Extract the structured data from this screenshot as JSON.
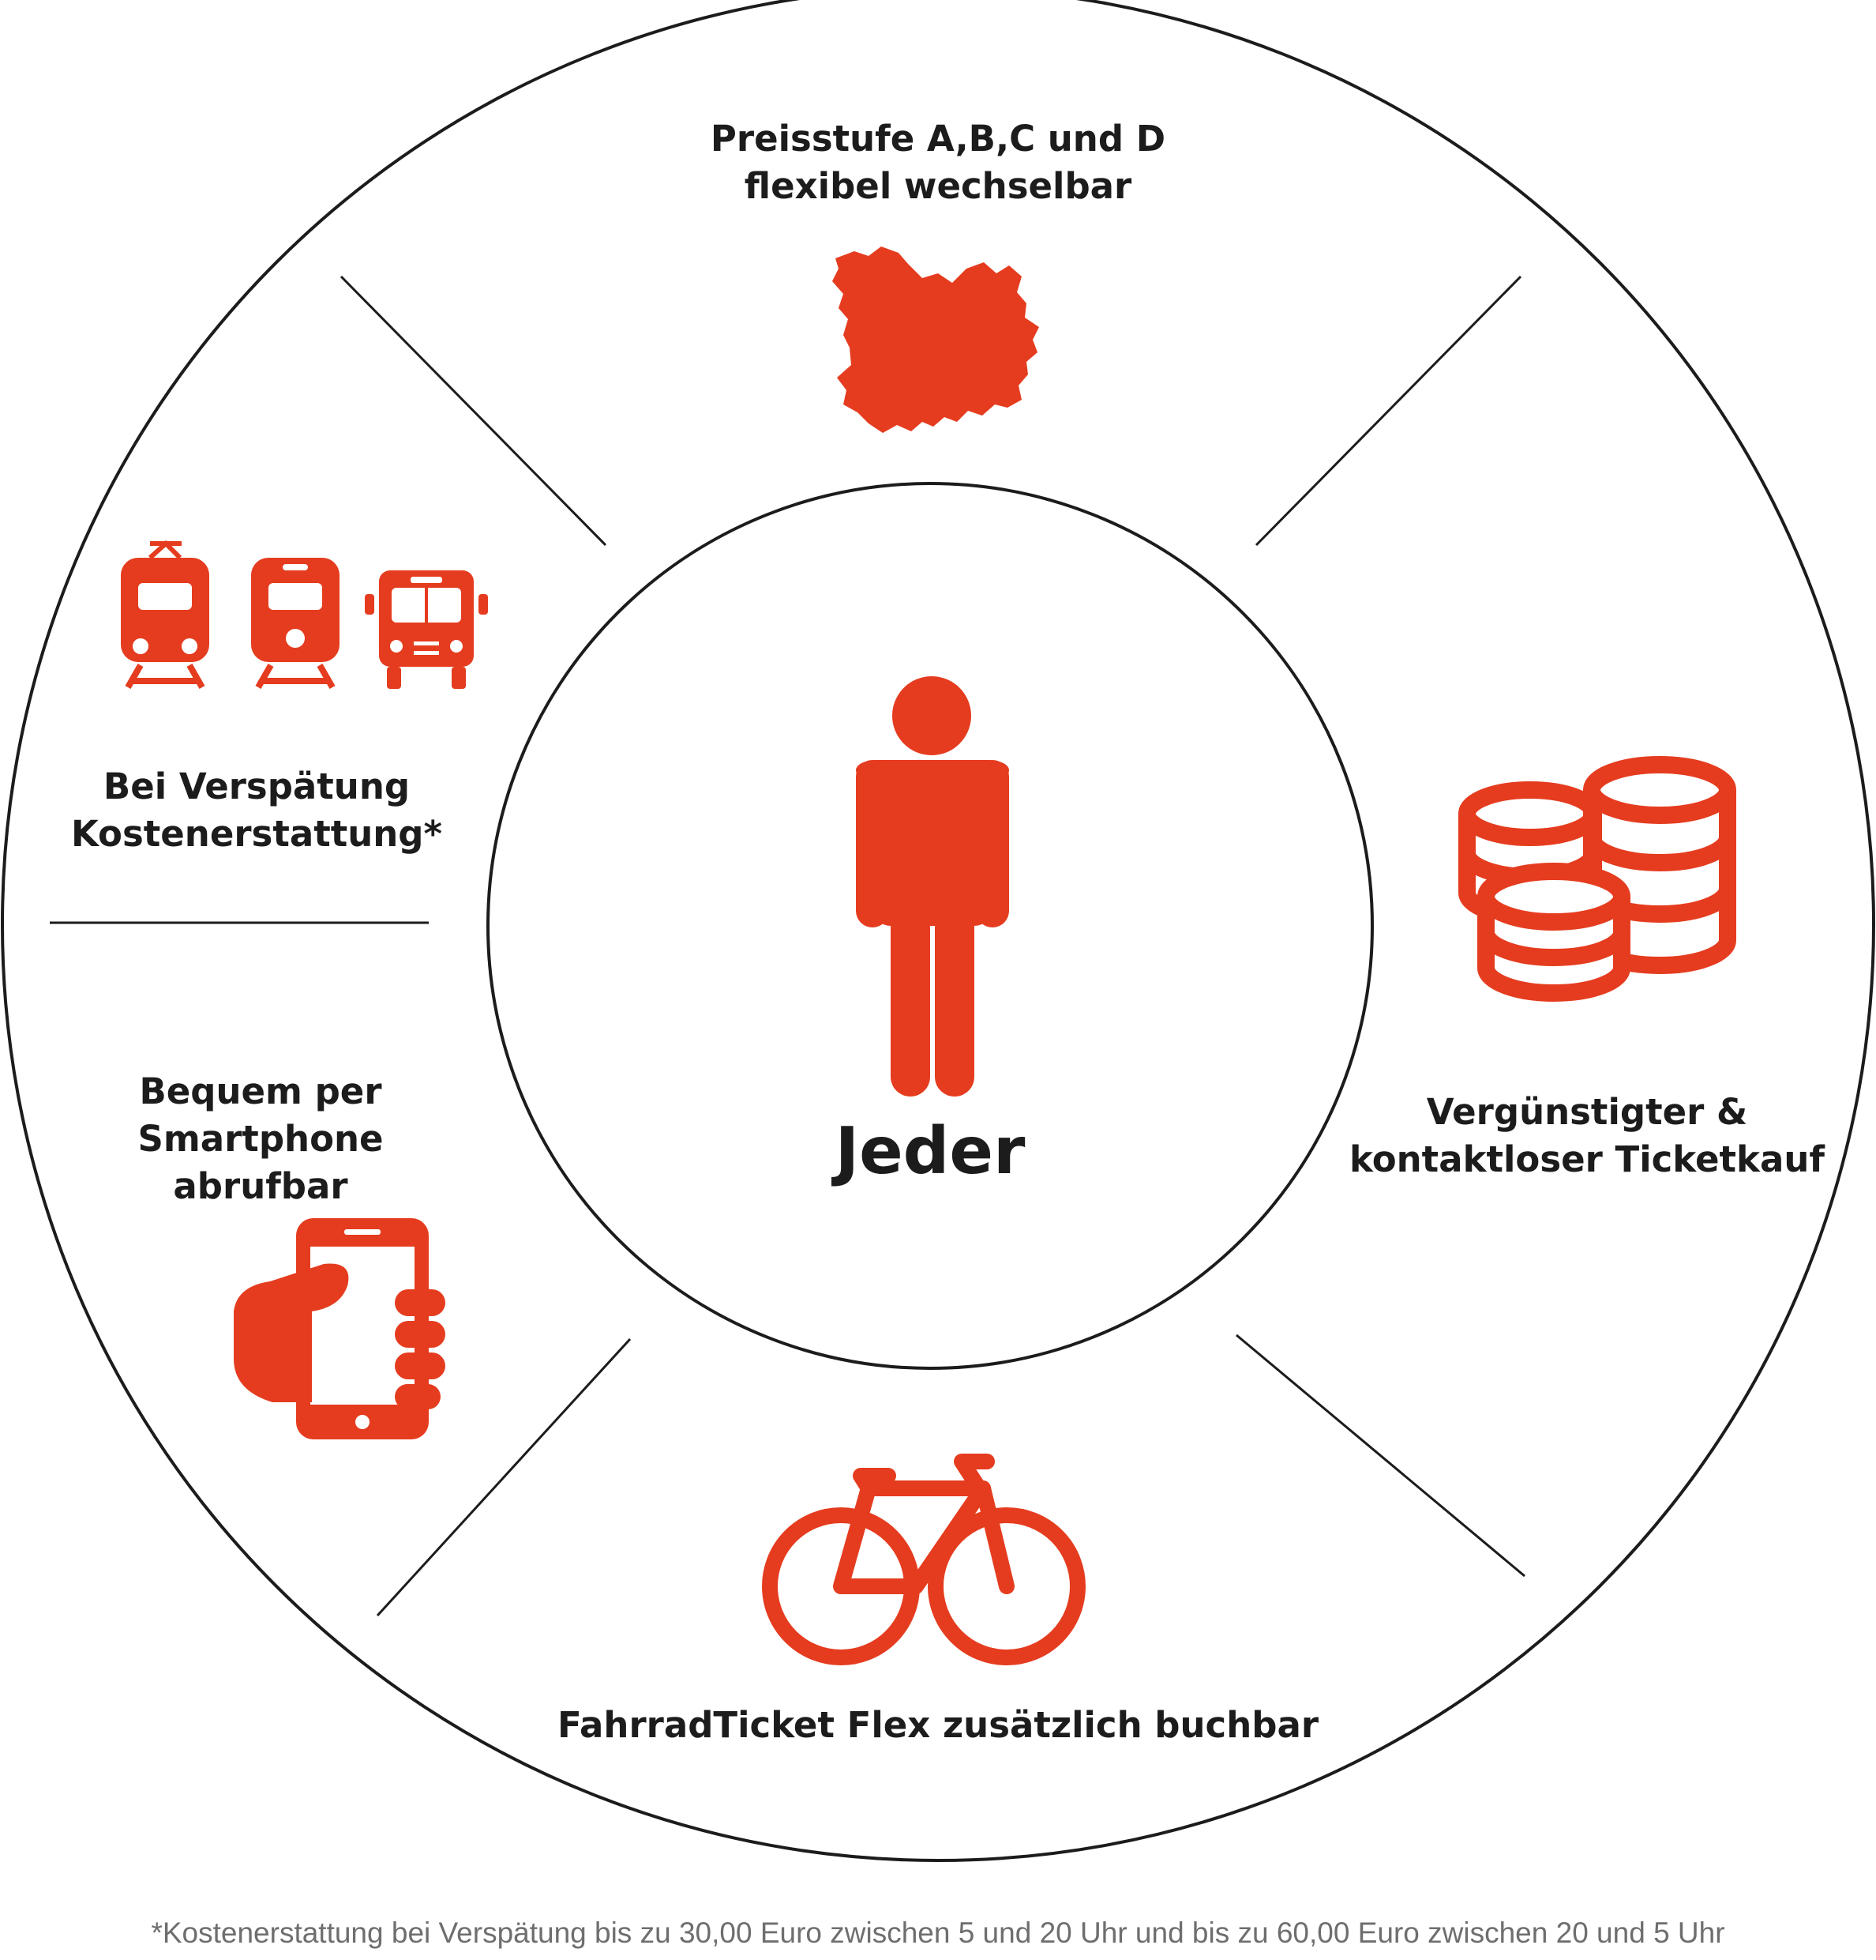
{
  "center": {
    "label": "Jeder"
  },
  "segments": {
    "top": "Preisstufe A,B,C und D\nflexibel wechselbar",
    "right": "Vergünstigter &\nkontaktloser Ticketkauf",
    "bottom": "FahrradTicket Flex zusätzlich buchbar",
    "left_upper": "Bei Verspätung\nKostenerstattung*",
    "left_lower": "Bequem per Smartphone\nabrufbar"
  },
  "icons": [
    "map-region-icon",
    "coins-icon",
    "bicycle-icon",
    "tram-icon",
    "train-icon",
    "bus-icon",
    "smartphone-hand-icon",
    "person-icon"
  ],
  "footnote": "*Kostenerstattung bei Verspätung bis zu 30,00 Euro zwischen 5 und 20 Uhr und bis zu 60,00 Euro zwischen 20 und 5 Uhr",
  "colors": {
    "accent": "#e53c1f",
    "line": "#1c1c1c",
    "footnote": "#6e6e6e"
  }
}
